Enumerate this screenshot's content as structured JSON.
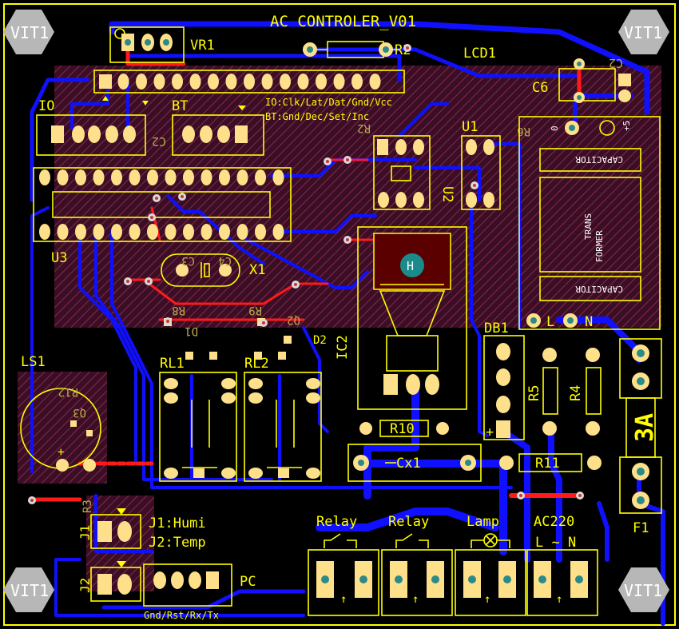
{
  "board": {
    "title": "AC CONTROLER_V01",
    "corner_logo": "VIT1",
    "colors": {
      "background": "#000000",
      "silkscreen": "#ffff00",
      "top_copper": "#ff1a1a",
      "bottom_copper": "#1010ff",
      "pad": "#ffe08a",
      "keepout": "#7a1f4a",
      "hole": "#2a8a8a"
    }
  },
  "components": {
    "vr1": "VR1",
    "r2": "R2",
    "lcd1": "LCD1",
    "c6": "C6",
    "c2": "C2",
    "io": "IO",
    "bt": "BT",
    "io_pinout": "IO:Clk/Lat/Dat/Gnd/Vcc",
    "bt_pinout": "BT:Gnd/Dec/Set/Inc",
    "r2_bottom": "R2",
    "r6_bottom": "R6",
    "u1": "U1",
    "u2": "U2",
    "c2_bottom": "C2",
    "u3": "U3",
    "x1": "X1",
    "c3": "C3",
    "c4": "C4",
    "r8": "R8",
    "r9": "R9",
    "d1": "D1",
    "d2": "D2",
    "q2": "Q2",
    "ic2": "IC2",
    "transformer_cap_top": "CAPACITOR",
    "transformer_cap_bottom": "CAPACITOR",
    "transformer_1": "TRANS",
    "transformer_2": "FORMER",
    "tf_zero": "0",
    "tf_plus5": "+5",
    "tf_l": "L",
    "tf_n": "N",
    "db1": "DB1",
    "r5": "R5",
    "r4": "R4",
    "ls1": "LS1",
    "r12": "R12",
    "q3": "Q3",
    "rl1": "RL1",
    "rl2": "RL2",
    "r10": "R10",
    "cx1": "Cx1",
    "r11": "R11",
    "fuse_rating": "3A",
    "f1": "F1",
    "j1": "J1",
    "j2": "J2",
    "j_labels_1": "J1:Humi",
    "j_labels_2": "J2:Temp",
    "r3": "R3",
    "pc": "PC",
    "pc_pinout": "Gnd/Rst/Rx/Tx",
    "db_plus": "+"
  },
  "terminals": {
    "t1": "Relay",
    "t2": "Relay",
    "t3": "Lamp",
    "t4": "AC220",
    "ac_ln": "L ~ N"
  }
}
